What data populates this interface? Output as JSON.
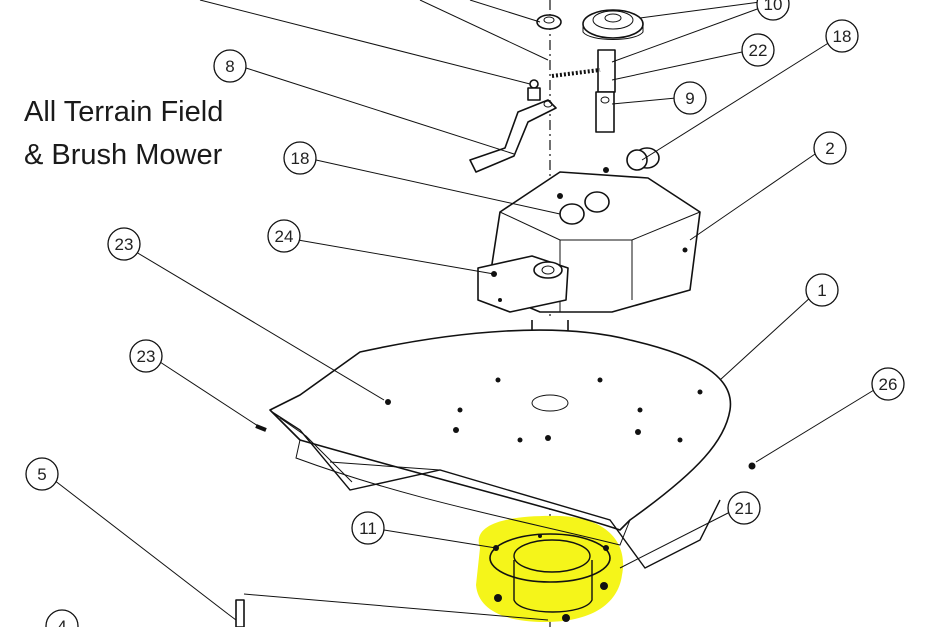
{
  "title": {
    "line1": "All Terrain Field",
    "line2": "& Brush Mower"
  },
  "callouts": [
    {
      "id": "c-10",
      "label": "10"
    },
    {
      "id": "c-22",
      "label": "22"
    },
    {
      "id": "c-18a",
      "label": "18"
    },
    {
      "id": "c-8",
      "label": "8"
    },
    {
      "id": "c-9",
      "label": "9"
    },
    {
      "id": "c-18b",
      "label": "18"
    },
    {
      "id": "c-2",
      "label": "2"
    },
    {
      "id": "c-24",
      "label": "24"
    },
    {
      "id": "c-23a",
      "label": "23"
    },
    {
      "id": "c-1",
      "label": "1"
    },
    {
      "id": "c-23b",
      "label": "23"
    },
    {
      "id": "c-26",
      "label": "26"
    },
    {
      "id": "c-5",
      "label": "5"
    },
    {
      "id": "c-11",
      "label": "11"
    },
    {
      "id": "c-21",
      "label": "21"
    },
    {
      "id": "c-4",
      "label": "4"
    }
  ],
  "colors": {
    "highlight": "#f5f51a",
    "line": "#111111",
    "background": "#ffffff"
  }
}
